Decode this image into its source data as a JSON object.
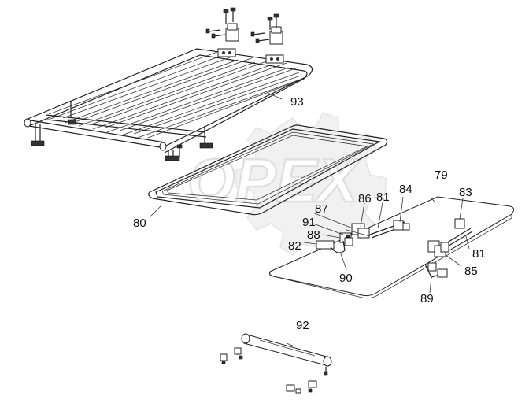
{
  "watermark": {
    "text": "OPEX"
  },
  "callouts": {
    "c79": "79",
    "c80": "80",
    "c81a": "81",
    "c81b": "81",
    "c82": "82",
    "c83": "83",
    "c84": "84",
    "c85": "85",
    "c86": "86",
    "c87": "87",
    "c88": "88",
    "c89": "89",
    "c90": "90",
    "c91": "91",
    "c92": "92",
    "c93": "93"
  }
}
